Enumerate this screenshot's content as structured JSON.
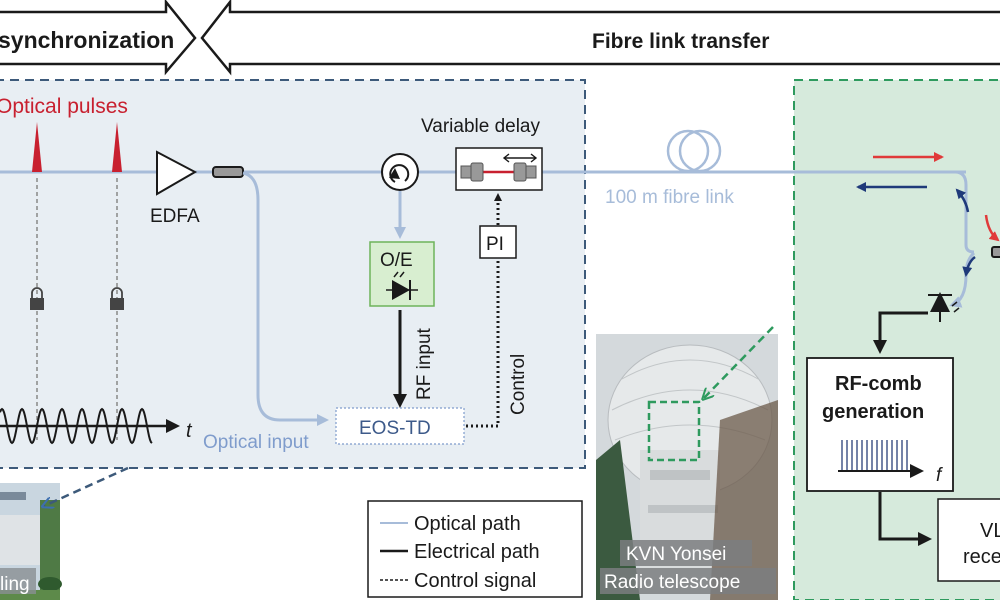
{
  "header": {
    "left_arrow_label": "synchronization",
    "right_arrow_label": "Fibre link transfer"
  },
  "sync_panel": {
    "optical_pulses_label": "Optical pulses",
    "edfa_label": "EDFA",
    "variable_delay_label": "Variable delay",
    "oe_label": "O/E",
    "pi_label": "PI",
    "rf_input_label": "RF input",
    "control_label": "Control",
    "eos_td_label": "EOS-TD",
    "optical_input_label": "Optical input",
    "time_axis_label": "t",
    "building_caption": "ling"
  },
  "fibre_link": {
    "label": "100 m fibre link"
  },
  "telescope": {
    "caption_line1": "KVN Yonsei",
    "caption_line2": "Radio telescope"
  },
  "remote_panel": {
    "rf_comb_line1": "RF-comb",
    "rf_comb_line2": "generation",
    "freq_axis_label": "f",
    "vlbi_line1": "VL",
    "vlbi_line2": "rece"
  },
  "legend": {
    "items": [
      {
        "label": "Optical path",
        "style": "optical"
      },
      {
        "label": "Electrical path",
        "style": "electrical"
      },
      {
        "label": "Control signal",
        "style": "control"
      }
    ]
  },
  "colors": {
    "optical": "#a7bcd9",
    "electrical": "#1a1a1a",
    "pulse_red": "#c8202f",
    "sync_panel_bg": "#e8eef3",
    "sync_panel_border": "#3d5a7a",
    "remote_panel_bg": "#d6eadc",
    "remote_panel_border": "#2e9a5e",
    "oe_box_bg": "#d8eed0",
    "oe_box_border": "#6db35a",
    "forward_arrow": "#e03a3a",
    "backward_arrow": "#1f3a7a"
  }
}
